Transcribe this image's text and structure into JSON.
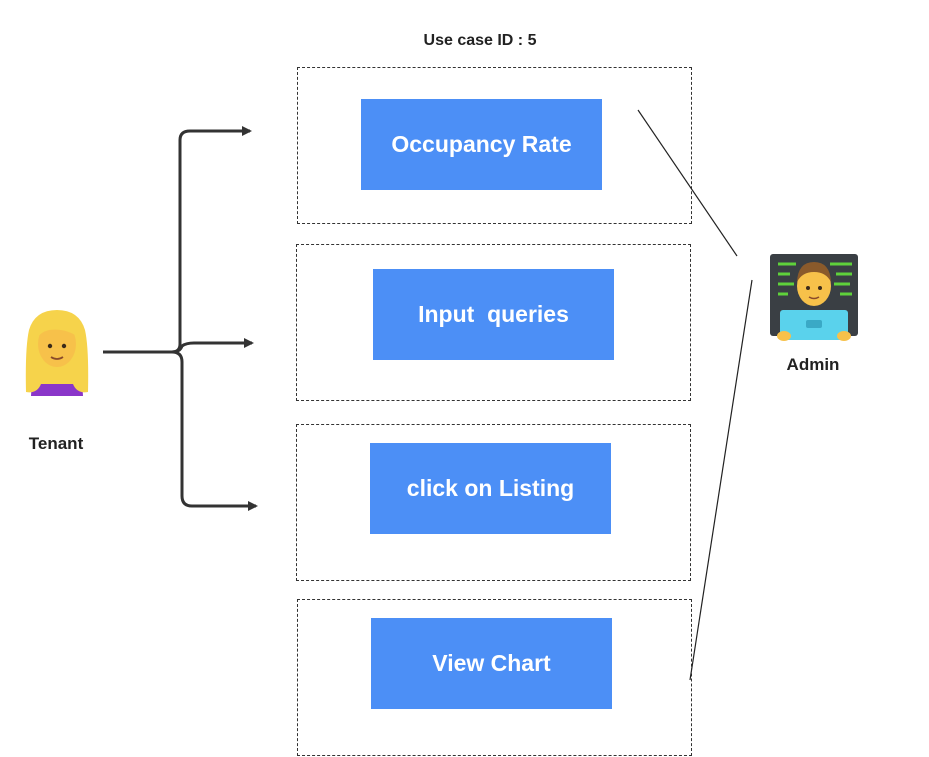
{
  "diagram": {
    "title": "Use case ID : 5",
    "use_cases": [
      {
        "label": "Occupancy Rate"
      },
      {
        "label": "Input  queries"
      },
      {
        "label": "click on Listing"
      },
      {
        "label": "View Chart"
      }
    ],
    "actors": {
      "tenant": {
        "label": "Tenant",
        "icon": "woman-blonde-emoji-icon"
      },
      "admin": {
        "label": "Admin",
        "icon": "man-technologist-emoji-icon"
      }
    },
    "colors": {
      "usecase_fill": "#4c8ff6",
      "usecase_text": "#ffffff",
      "lines": "#333333"
    }
  }
}
